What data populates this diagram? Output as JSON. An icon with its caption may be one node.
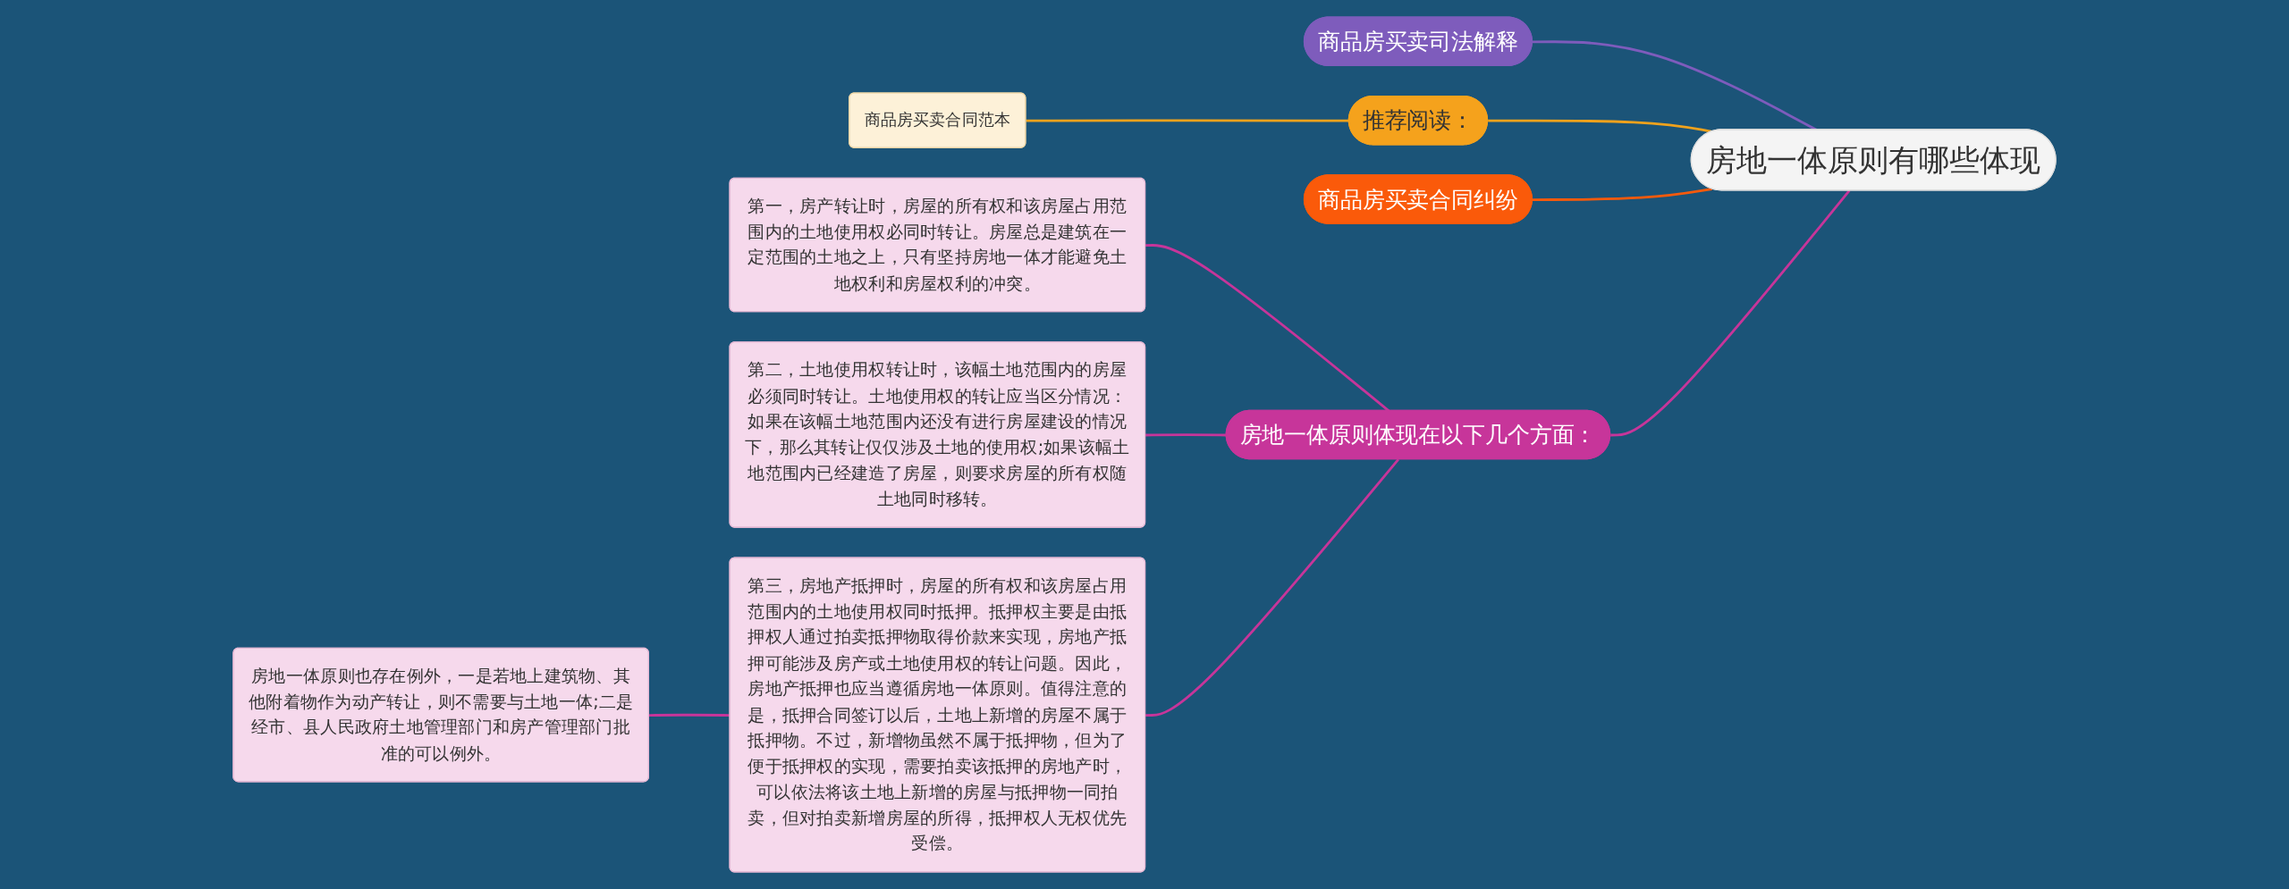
{
  "diagram": {
    "nodes": [
      {
        "text": [
          "房地一体原则有哪些体现"
        ]
      },
      {
        "text": [
          "商品房买卖司法解释"
        ]
      },
      {
        "text": [
          "房地一体原则体现在以下几个方面："
        ]
      },
      {
        "text": [
          "推荐阅读："
        ]
      },
      {
        "text": [
          "商品房买卖合同范本"
        ]
      },
      {
        "text": [
          "商品房买卖合同纠纷"
        ]
      },
      {
        "text": [
          "第一，房产转让时，房屋的所有权和该房屋占用范围内的土地使用权必同时转让。房屋总是建筑在一定范围的土地之上，只有坚持房地一体才能避免土地权利和房屋权利的冲突。"
        ]
      },
      {
        "text": [
          "第二，土地使用权转让时，该幅土地范围内的房屋必须同时转让。土地使用权的转让应当区分情况：如果在该幅土地范围内还没有进行房屋建设的情况下，那么其转让仅仅涉及土地的使用权;如果该幅土地范围内已经建造了房屋，则要求房屋的所有权随土地同时移转。"
        ]
      },
      {
        "text": [
          "第三，房地产抵押时，房屋的所有权和该房屋占用范围内的土地使用权同时抵押。抵押权主要是由抵押权人通过拍卖抵押物取得价款来实现，房地产抵押可能涉及房产或土地使用权的转让问题。因此，房地产抵押也应当遵循房地一体原则。值得注意的是，抵押合同签订以后，土地上新增的房屋不属于抵押物。不过，新增物虽然不属于抵押物，但为了便于抵押权的实现，需要拍卖该抵押的房地产时，可以依法将该土地上新增的房屋与抵押物一同拍卖，但对拍卖新增房屋的所得，抵押权人无权优先受偿。"
        ]
      },
      {
        "text": [
          "房地一体原则也存在例外，一是若地上建筑物、其他附着物作为动产转让，则不需要与土地一体;二是经市、县人民政府土地管理部门和房产管理部门批准的可以例外。"
        ]
      }
    ],
    "edges": [
      {
        "from": 0,
        "to": 1,
        "arrow": "none",
        "color": "#7e5cbc"
      },
      {
        "from": 0,
        "to": 2,
        "arrow": "none"
      },
      {
        "from": 0,
        "to": 3,
        "arrow": "none",
        "color": "#f0a21c"
      },
      {
        "from": 3,
        "to": 4,
        "arrow": "none",
        "color": "#f0a21c"
      },
      {
        "from": 0,
        "to": 5,
        "arrow": "none",
        "color": "#f85a0c"
      },
      {
        "from": 2,
        "to": 6,
        "arrow": "none"
      },
      {
        "from": 2,
        "to": 7,
        "arrow": "none"
      },
      {
        "from": 2,
        "to": 8,
        "arrow": "none"
      },
      {
        "from": 8,
        "to": 9,
        "arrow": "none"
      }
    ]
  }
}
